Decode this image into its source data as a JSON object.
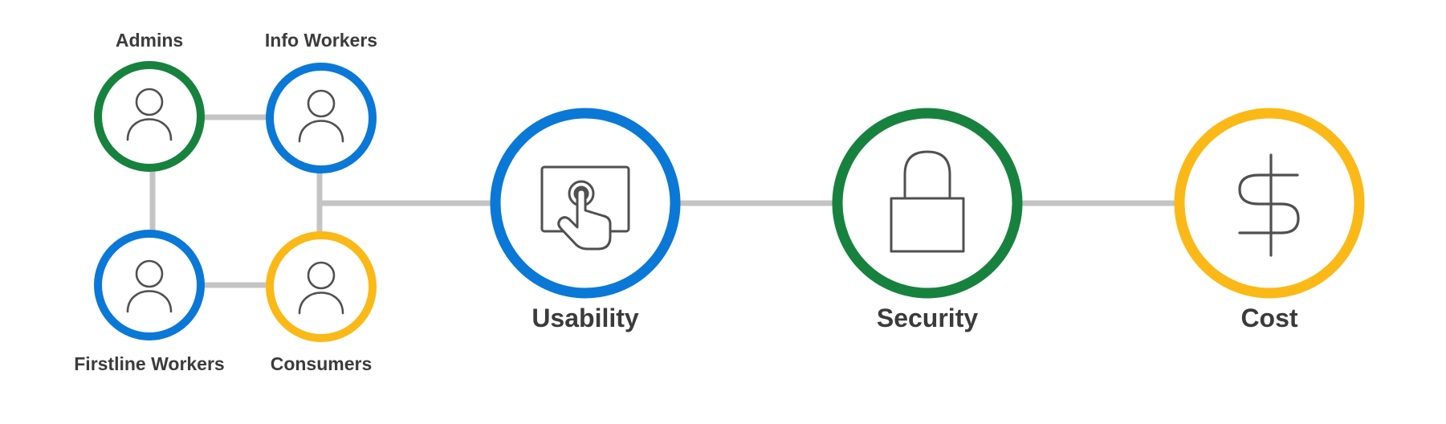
{
  "colors": {
    "green": "#17823e",
    "blue": "#0a78d7",
    "yellow": "#fbb917",
    "connector": "#c4c4c4",
    "icon_stroke": "#505050",
    "text": "#3b3b3b"
  },
  "personas": [
    {
      "label": "Admins",
      "color": "green",
      "icon": "person-icon"
    },
    {
      "label": "Info Workers",
      "color": "blue",
      "icon": "person-icon"
    },
    {
      "label": "Firstline Workers",
      "color": "blue",
      "icon": "person-icon"
    },
    {
      "label": "Consumers",
      "color": "yellow",
      "icon": "person-icon"
    }
  ],
  "pillars": [
    {
      "label": "Usability",
      "color": "blue",
      "icon": "touch-screen-icon"
    },
    {
      "label": "Security",
      "color": "green",
      "icon": "lock-icon"
    },
    {
      "label": "Cost",
      "color": "yellow",
      "icon": "dollar-icon"
    }
  ]
}
